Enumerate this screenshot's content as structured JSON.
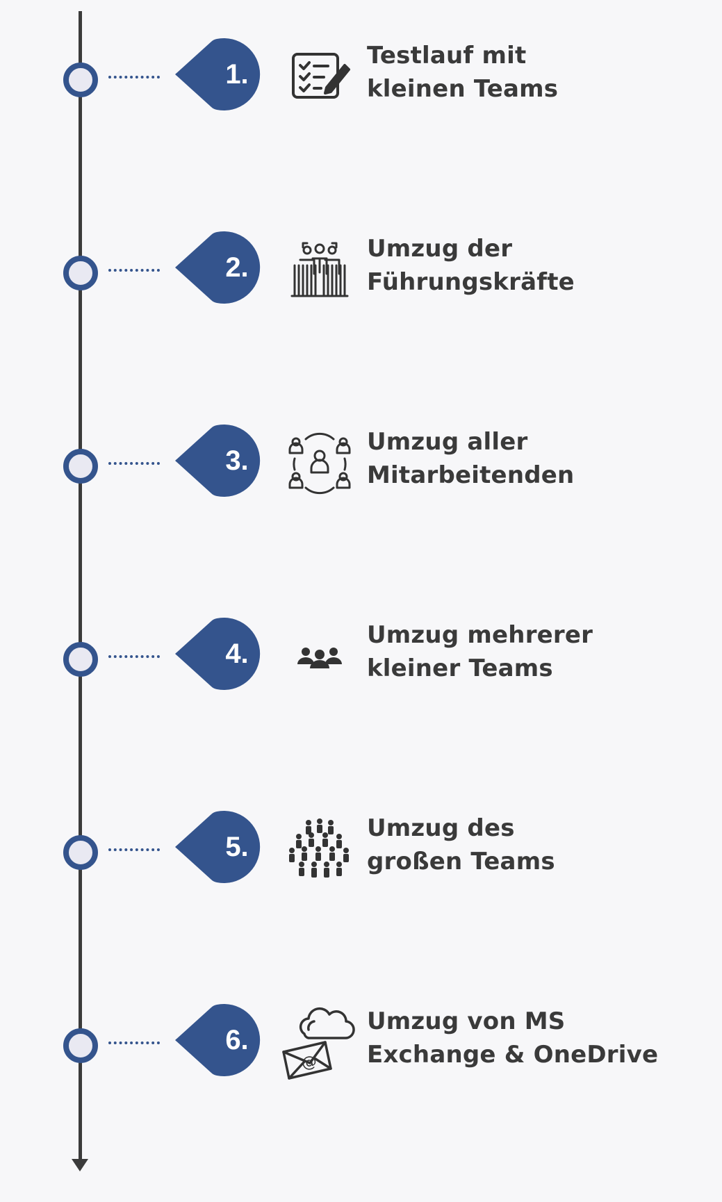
{
  "steps": [
    {
      "number": "1.",
      "icon": "checklist-icon",
      "line1": "Testlauf mit",
      "line2": "kleinen Teams"
    },
    {
      "number": "2.",
      "icon": "leadership-group-icon",
      "line1": "Umzug der",
      "line2": "Führungskräfte"
    },
    {
      "number": "3.",
      "icon": "network-people-icon",
      "line1": "Umzug aller",
      "line2": "Mitarbeitenden"
    },
    {
      "number": "4.",
      "icon": "small-team-icon",
      "line1": "Umzug mehrerer",
      "line2": "kleiner Teams"
    },
    {
      "number": "5.",
      "icon": "crowd-icon",
      "line1": "Umzug des",
      "line2": "großen Teams"
    },
    {
      "number": "6.",
      "icon": "cloud-mail-icon",
      "line1": "Umzug von MS",
      "line2": "Exchange & OneDrive"
    }
  ],
  "colors": {
    "accent": "#34548d",
    "line": "#3b3b3b",
    "node_fill": "#e9e9f2",
    "text": "#3a3a3a",
    "background": "#f7f7f9"
  }
}
